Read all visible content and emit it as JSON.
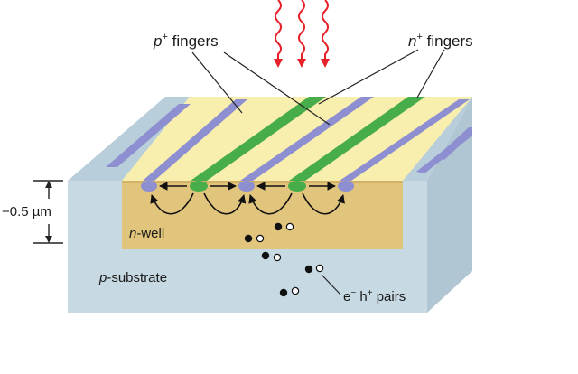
{
  "labels": {
    "p_fingers": {
      "base": "p",
      "sup": "+",
      "rest": " fingers"
    },
    "n_fingers": {
      "base": "n",
      "sup": "+",
      "rest": " fingers"
    },
    "depth": "−0.5 µm",
    "n_well": {
      "italic": "n",
      "rest": "-well"
    },
    "p_substrate": {
      "italic": "p",
      "rest": "-substrate"
    },
    "pairs": {
      "e": "e",
      "e_sup": "−",
      "h": " h",
      "h_sup": "+",
      "rest": " pairs"
    }
  },
  "colors": {
    "light_arrows": "#e8202a",
    "yellow_surface": "#f8eeae",
    "well": "#e2c57d",
    "substrate_front": "#c7d9e3",
    "substrate_side": "#b1c6d3",
    "p_finger": "#8d8fd1",
    "n_finger": "#47ad4a",
    "electron": "#111111",
    "hole": "#ffffff"
  }
}
